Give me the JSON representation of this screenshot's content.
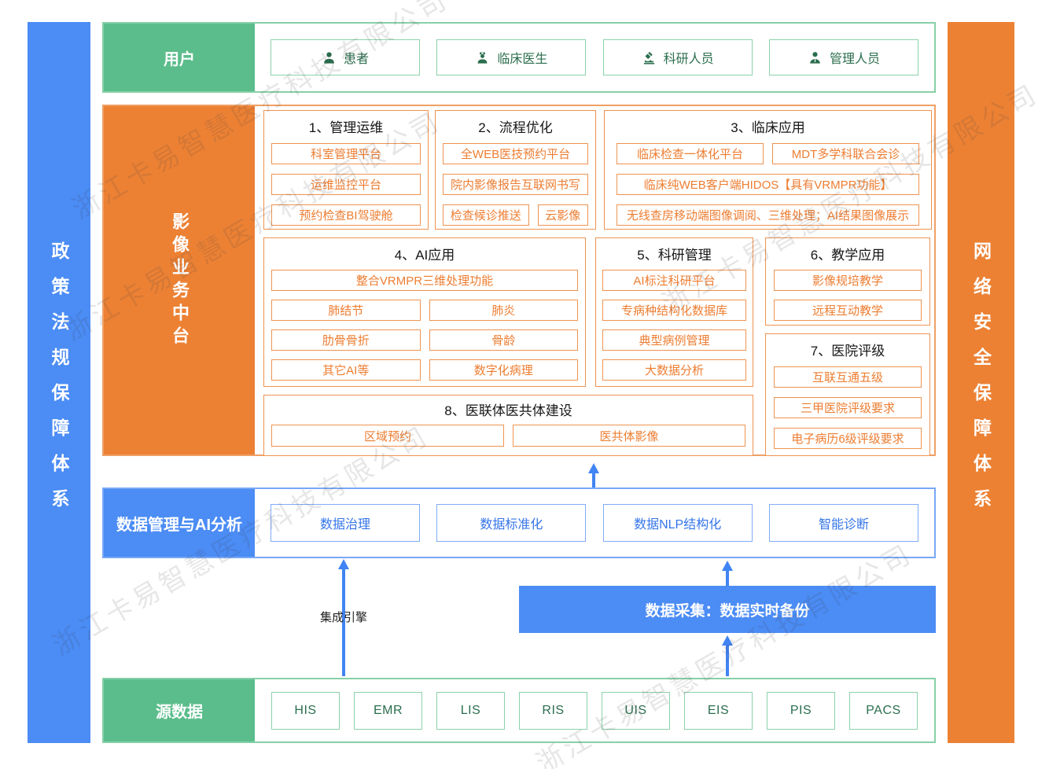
{
  "watermark": {
    "text": "浙江卡易智慧医疗科技有限公司"
  },
  "side_bars": {
    "left": {
      "label": "政策法规保障体系"
    },
    "right": {
      "label": "网络安全保障体系"
    }
  },
  "users": {
    "label": "用户",
    "items": [
      {
        "label": "患者",
        "icon": "patient-icon"
      },
      {
        "label": "临床医生",
        "icon": "doctor-icon"
      },
      {
        "label": "科研人员",
        "icon": "microscope-icon"
      },
      {
        "label": "管理人员",
        "icon": "manager-icon"
      }
    ]
  },
  "imaging": {
    "label": "影像业务中台",
    "sections": {
      "s1": {
        "title": "1、管理运维",
        "items": [
          "科室管理平台",
          "运维监控平台",
          "预约检查BI驾驶舱"
        ]
      },
      "s2": {
        "title": "2、流程优化",
        "items": [
          "全WEB医技预约平台",
          "院内影像报告互联网书写",
          "检查候诊推送",
          "云影像"
        ]
      },
      "s3": {
        "title": "3、临床应用",
        "items": [
          "临床检查一体化平台",
          "MDT多学科联合会诊",
          "临床纯WEB客户端HIDOS【具有VRMPR功能】",
          "无线查房移动端图像调阅、三维处理；AI结果图像展示"
        ]
      },
      "s4": {
        "title": "4、AI应用",
        "items": [
          "整合VRMPR三维处理功能",
          "肺结节",
          "肺炎",
          "肋骨骨折",
          "骨龄",
          "其它AI等",
          "数字化病理"
        ]
      },
      "s5": {
        "title": "5、科研管理",
        "items": [
          "AI标注科研平台",
          "专病种结构化数据库",
          "典型病例管理",
          "大数据分析"
        ]
      },
      "s6": {
        "title": "6、教学应用",
        "items": [
          "影像规培教学",
          "远程互动教学"
        ]
      },
      "s7": {
        "title": "7、医院评级",
        "items": [
          "互联互通五级",
          "三甲医院评级要求",
          "电子病历6级评级要求"
        ]
      },
      "s8": {
        "title": "8、医联体医共体建设",
        "items": [
          "区域预约",
          "医共体影像"
        ]
      }
    }
  },
  "data_mgmt": {
    "label": "数据管理与AI分析",
    "items": [
      "数据治理",
      "数据标准化",
      "数据NLP结构化",
      "智能诊断"
    ]
  },
  "pipeline": {
    "integration_engine_label": "集成引擎",
    "data_collection_label": "数据采集：数据实时备份"
  },
  "source_data": {
    "label": "源数据",
    "items": [
      "HIS",
      "EMR",
      "LIS",
      "RIS",
      "UIS",
      "EIS",
      "PIS",
      "PACS"
    ]
  },
  "colors": {
    "green": "#5bbd8b",
    "orange": "#ec8134",
    "blue": "#4b8cf5",
    "arrow": "#4184f3"
  }
}
